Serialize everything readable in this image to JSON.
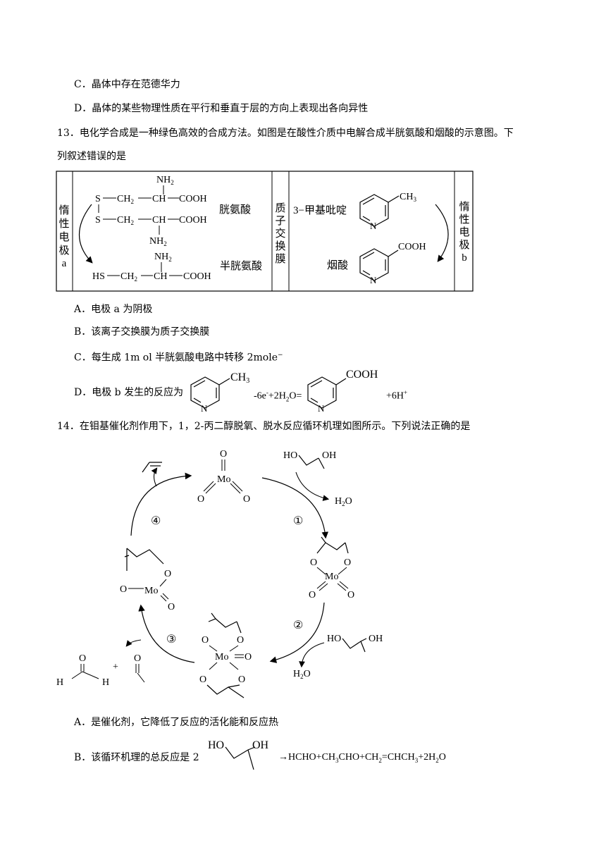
{
  "q12": {
    "optC": "C．晶体中存在范德华力",
    "optD": "D．晶体的某些物理性质在平行和垂直于层的方向上表现出各向异性"
  },
  "q13": {
    "stem_line1": "13．电化学合成是一种绿色高效的合成方法。如图是在酸性介质中电解合成半胱氨酸和烟酸的示意图。下",
    "stem_line2": "列叙述错误的是",
    "figure": {
      "electrode_a": [
        "惰",
        "性",
        "电",
        "极",
        "a"
      ],
      "membrane": [
        "质",
        "子",
        "交",
        "换",
        "膜"
      ],
      "electrode_b": [
        "惰",
        "性",
        "电",
        "极",
        "b"
      ],
      "cystine_label": "胱氨酸",
      "cysteine_label": "半胱氨酸",
      "methylpyridine_label": "3−甲基吡啶",
      "niacin_label": "烟酸",
      "nh2": "NH",
      "nh2_sub": "2",
      "s": "S",
      "ch2": "CH",
      "ch2_sub": "2",
      "ch": "CH",
      "cooh": "COOH",
      "hs": "HS",
      "ch3": "CH",
      "ch3_sub": "3",
      "n": "N"
    },
    "optA": "A．电极 a 为阴极",
    "optB": "B．该离子交换膜为质子交换膜",
    "optC": "C．每生成 1m ol 半胱氨酸电路中转移 2mole",
    "optC_sup": "−",
    "optD_pre": "D．电极 b 发生的反应为",
    "optD_mid": "-6e",
    "optD_mid_sup": "-",
    "optD_mid2": "+2H",
    "optD_mid2_sub": "2",
    "optD_mid3": "O=",
    "optD_post": "+6H",
    "optD_post_sup": "+",
    "optD_ch3": "CH",
    "optD_ch3_sub": "3",
    "optD_cooh": "COOH",
    "optD_n": "N"
  },
  "q14": {
    "stem": "14．在钼基催化剂作用下，1，2-丙二醇脱氧、脱水反应循环机理如图所示。下列说法正确的是",
    "figure": {
      "step1": "①",
      "step2": "②",
      "step3": "③",
      "step4": "④",
      "mo": "Mo",
      "o": "O",
      "ho": "HO",
      "oh": "OH",
      "h2o": "H",
      "h2o_sub": "2",
      "h2o_o": "O",
      "h": "H",
      "plus": "+"
    },
    "optA": "A．是催化剂，它降低了反应的活化能和反应热",
    "optB_pre": "B．该循环机理的总反应是 2",
    "optB_ho": "HO",
    "optB_oh": "OH",
    "optB_post": "→HCHO+CH",
    "optB_s1": "3",
    "optB_p2": "CHO+CH",
    "optB_s2": "2",
    "optB_p3": "=CHCH",
    "optB_s3": "3",
    "optB_p4": "+2H",
    "optB_s4": "2",
    "optB_p5": "O"
  }
}
